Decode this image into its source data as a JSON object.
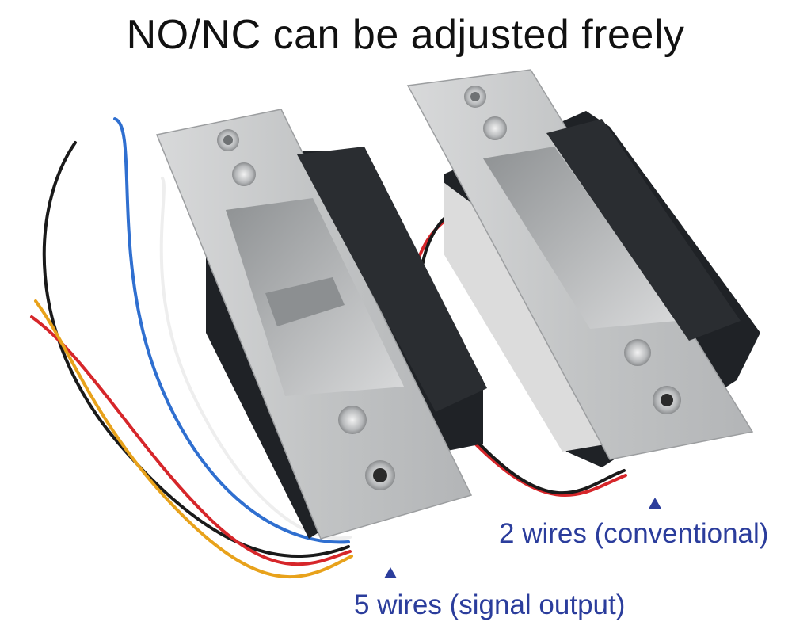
{
  "headline": "NO/NC can be adjusted freely",
  "products": [
    {
      "caption": "5 wires (signal output)",
      "wire_colors": [
        "#1a1a1a",
        "#2f6fd0",
        "#f2f2f2",
        "#d6262a",
        "#e8a21b"
      ]
    },
    {
      "caption": "2 wires (conventional)",
      "wire_colors": [
        "#d6262a",
        "#1a1a1a"
      ]
    }
  ],
  "colors": {
    "caption_text": "#2b3d9c",
    "headline_text": "#111111",
    "faceplate": "#c9cbcc",
    "housing": "#1f2226"
  }
}
